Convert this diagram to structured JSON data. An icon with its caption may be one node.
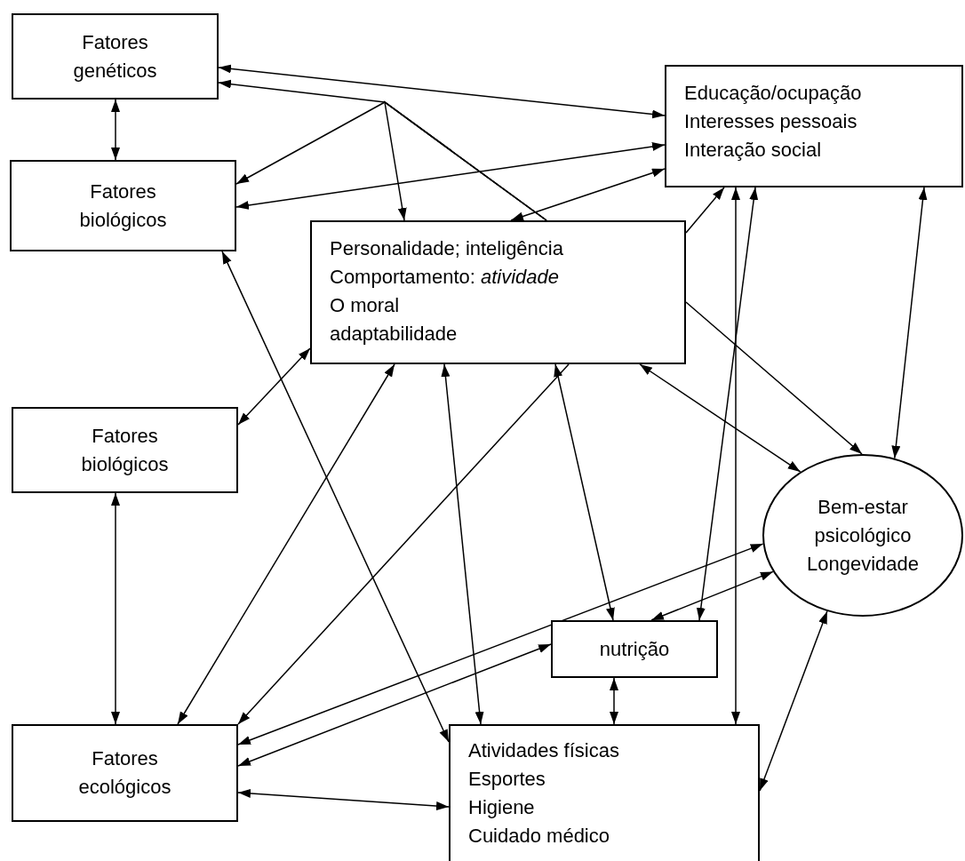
{
  "diagram": {
    "nodes": [
      {
        "text": [
          "Fatores genéticos"
        ]
      },
      {
        "text": [
          "Fatores biológicos"
        ]
      },
      {
        "text": [
          "Personalidade; inteligência",
          "Comportamento: *atividade*",
          "O moral",
          "adaptabilidade"
        ]
      },
      {
        "text": [
          "Educação/ocupação",
          "Interesses pessoais",
          "Interação social"
        ]
      },
      {
        "text": [
          "Fatores biológicos"
        ]
      },
      {
        "text": [
          "Bem-estar psicológico",
          "Longevidade"
        ]
      },
      {
        "text": [
          "nutrição"
        ]
      },
      {
        "text": [
          "Fatores ecológicos"
        ]
      },
      {
        "text": [
          "Atividades físicas",
          "Esportes",
          "Higiene",
          "Cuidado médico"
        ]
      }
    ],
    "edges": [
      {
        "from": 0,
        "to": 1,
        "arrow": "both"
      },
      {
        "from": 0,
        "to": 3,
        "arrow": "both"
      },
      {
        "from": 3,
        "to": 1,
        "arrow": "both"
      },
      {
        "from": 3,
        "to": 2,
        "arrow": "both"
      },
      {
        "from": 2,
        "to": 3,
        "arrow": "to"
      },
      {
        "from": 2,
        "to": 0,
        "arrow": "to"
      },
      {
        "from": 2,
        "to": 1,
        "arrow": "to"
      },
      {
        "from": 2,
        "to": 2,
        "arrow": "to"
      },
      {
        "from": 1,
        "to": 8,
        "arrow": "both"
      },
      {
        "from": 2,
        "to": 4,
        "arrow": "both"
      },
      {
        "from": 2,
        "to": 7,
        "arrow": "both"
      },
      {
        "from": 2,
        "to": 8,
        "arrow": "both"
      },
      {
        "from": 2,
        "to": 7,
        "arrow": "to"
      },
      {
        "from": 2,
        "to": 6,
        "arrow": "both"
      },
      {
        "from": 2,
        "to": 5,
        "arrow": "both"
      },
      {
        "from": 2,
        "to": 5,
        "arrow": "to"
      },
      {
        "from": 3,
        "to": 5,
        "arrow": "both"
      },
      {
        "from": 3,
        "to": 8,
        "arrow": "both"
      },
      {
        "from": 3,
        "to": 6,
        "arrow": "both"
      },
      {
        "from": 5,
        "to": 6,
        "arrow": "both"
      },
      {
        "from": 7,
        "to": 5,
        "arrow": "both"
      },
      {
        "from": 7,
        "to": 6,
        "arrow": "both"
      },
      {
        "from": 7,
        "to": 8,
        "arrow": "both"
      },
      {
        "from": 4,
        "to": 7,
        "arrow": "both"
      },
      {
        "from": 6,
        "to": 8,
        "arrow": "both"
      },
      {
        "from": 5,
        "to": 8,
        "arrow": "both"
      }
    ]
  }
}
